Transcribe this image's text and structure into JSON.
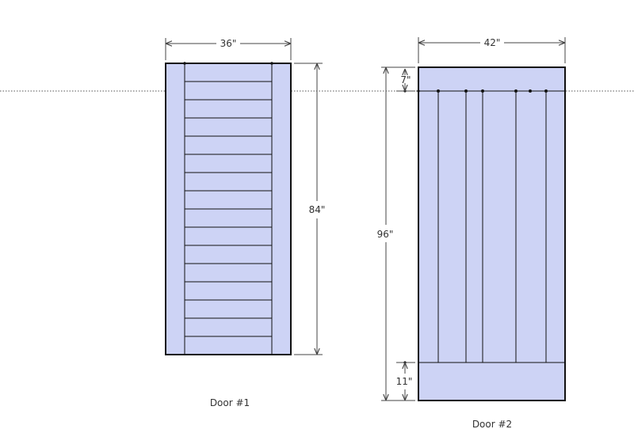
{
  "colors": {
    "door_fill": "#cdd3f5",
    "outline": "#111111",
    "dim_line": "#444444",
    "guide_line": "#555555"
  },
  "door1": {
    "caption": "Door #1",
    "width_label": "36\"",
    "height_label": "84\"",
    "horizontal_slats": 16
  },
  "door2": {
    "caption": "Door #2",
    "width_label": "42\"",
    "height_label": "96\"",
    "top_rail_label": "7\"",
    "bottom_rail_label": "11\"",
    "vertical_boards": 5
  }
}
